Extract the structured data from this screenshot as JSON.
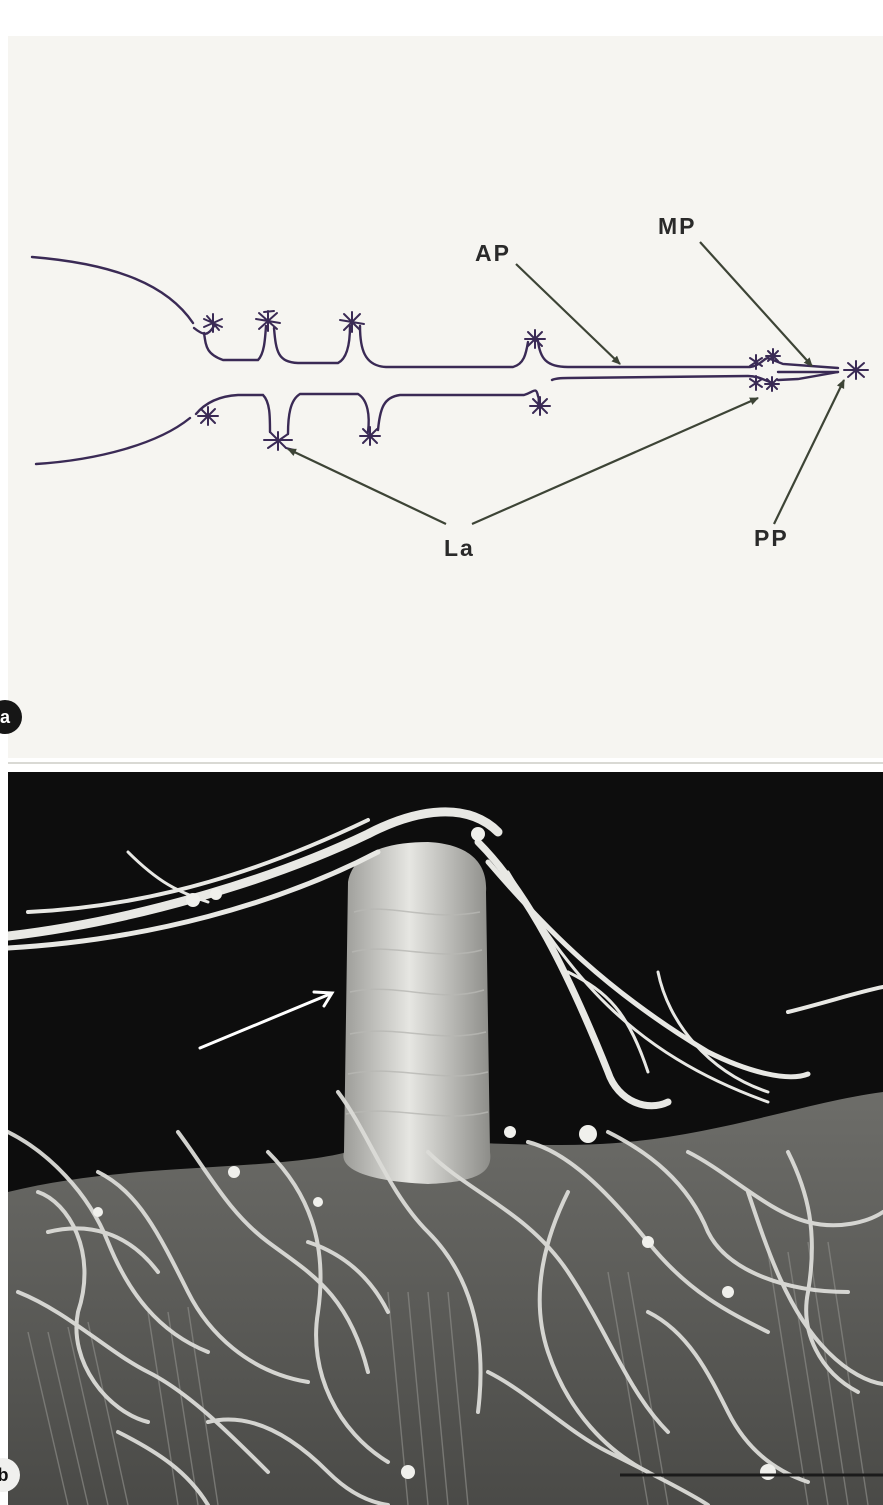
{
  "panel_a": {
    "letter": "a",
    "labels": {
      "ap": "AP",
      "mp": "MP",
      "la": "La",
      "pp": "PP"
    }
  },
  "panel_b": {
    "letter": "b"
  },
  "colors": {
    "diagram_line": "#3a2a55",
    "arrow": "#3d4436",
    "sem_background": "#0d0d0d",
    "sem_structure": "#e8e8e4"
  }
}
